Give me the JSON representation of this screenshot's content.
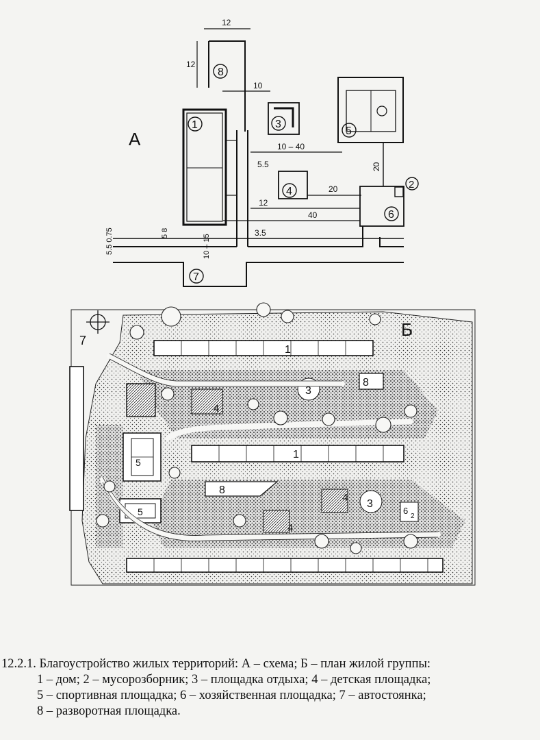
{
  "plan_a": {
    "panel_label": "А",
    "dims": {
      "d12_top": "12",
      "d12_side": "12",
      "d10_a": "10",
      "d10_40": "10 – 40",
      "d5_5": "5.5",
      "d20_h": "20",
      "d20_v": "20",
      "d12_b": "12",
      "d40": "40",
      "d3_5": "3.5",
      "d5_8": "5  8",
      "d10_15": "10 – 15",
      "d55_075": "5.5  0.75"
    },
    "markers": [
      "1",
      "2",
      "3",
      "4",
      "5",
      "6",
      "7",
      "8"
    ]
  },
  "plan_b": {
    "panel_label": "Б",
    "labels": {
      "house_top": "1",
      "house_mid": "1",
      "parking": "7",
      "rest_a": "3",
      "rest_b": "3",
      "play_a": "4",
      "play_b": "4",
      "play_c": "4",
      "sport_a": "5",
      "sport_b": "5",
      "turn_a": "8",
      "turn_b": "8",
      "refuse": "2",
      "utility": "6"
    }
  },
  "caption": {
    "line1": "12.2.1. Благоустройство жилых территорий: А – схема; Б – план жилой группы:",
    "line2": "1 – дом; 2 – мусорозборник; 3 – площадка отдыха; 4 – детская площадка;",
    "line3": "5 – спортивная площадка; 6 – хозяйственная площадка; 7 – автостоянка;",
    "line4": "8 – разворотная площадка."
  }
}
